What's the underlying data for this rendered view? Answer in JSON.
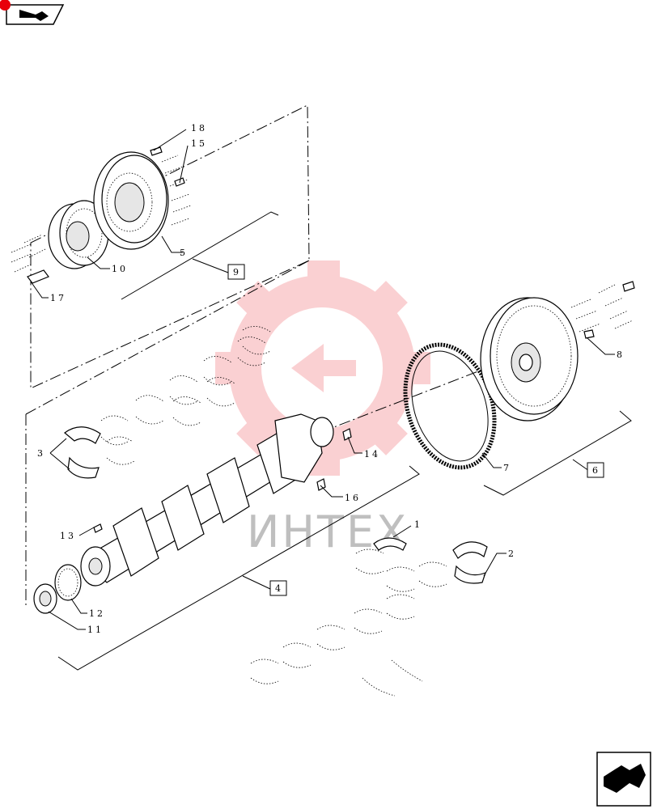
{
  "callouts": {
    "c1": "1",
    "c2": "2",
    "c3": "3",
    "c4": "4",
    "c5": "5",
    "c6": "6",
    "c7": "7",
    "c8": "8",
    "c9": "9",
    "c10": "10",
    "c11": "11",
    "c12": "12",
    "c13": "13",
    "c14": "14",
    "c15": "15",
    "c16": "16",
    "c17": "17",
    "c18": "18"
  },
  "watermark": {
    "text": "ИНТЕХ",
    "color": "#e8000a"
  },
  "icons": {
    "top_nav": "previous-page-icon",
    "bottom_nav": "next-page-icon"
  }
}
